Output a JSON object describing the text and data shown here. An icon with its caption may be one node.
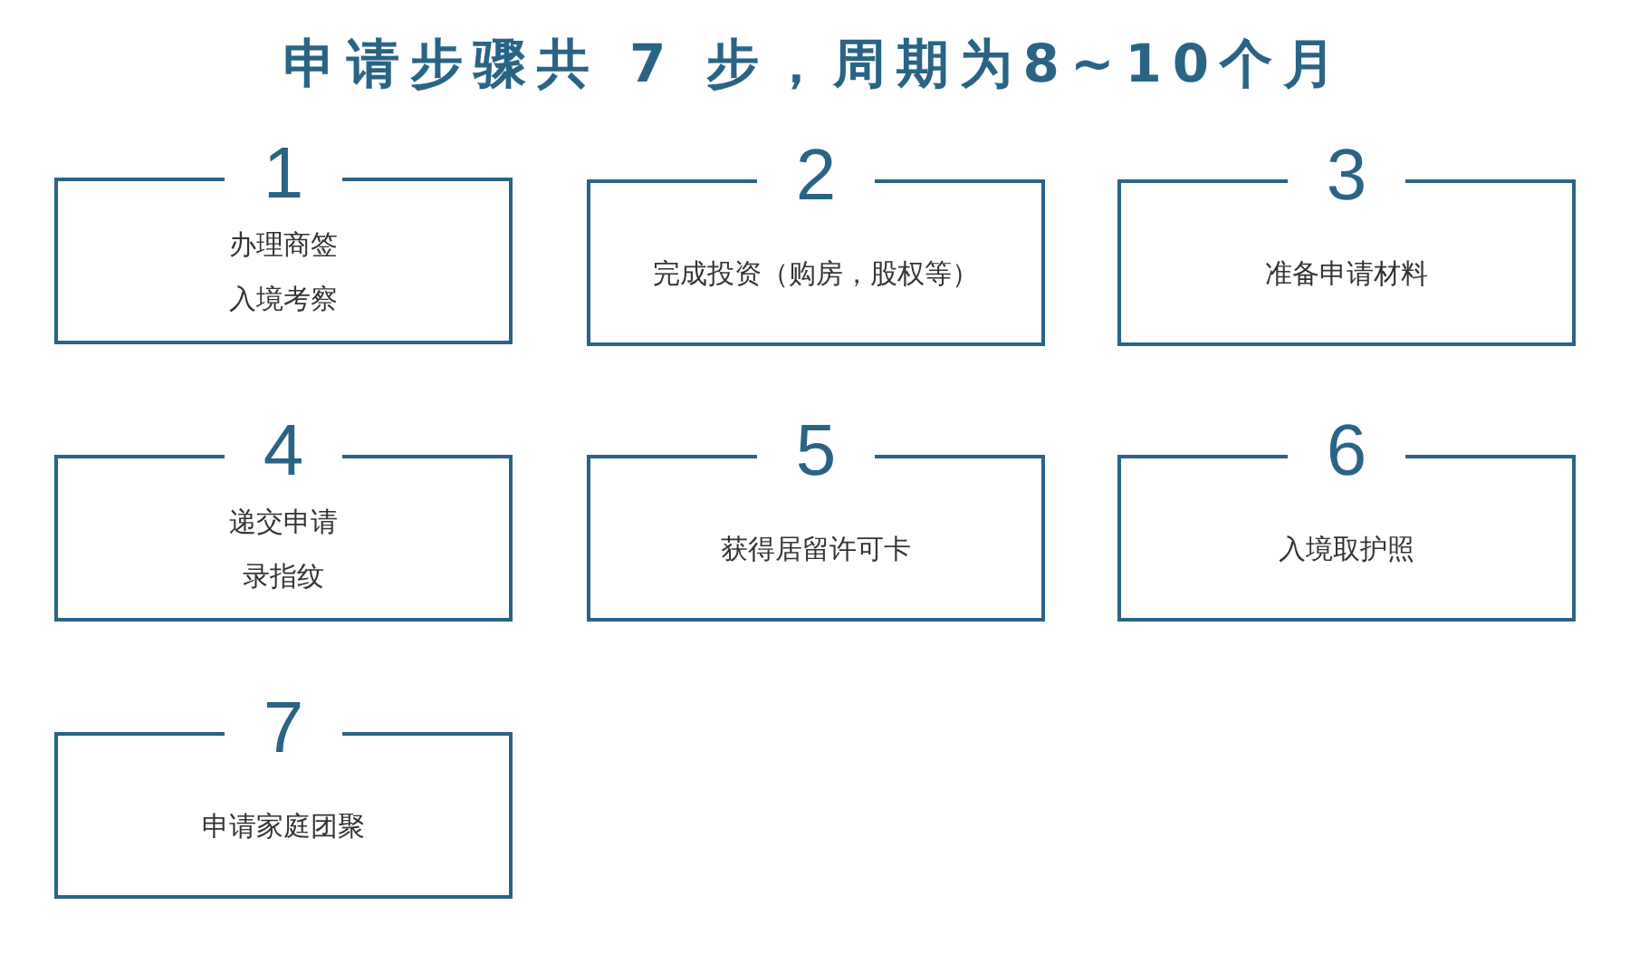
{
  "diagram": {
    "title": "申请步骤共 7 步，周期为8~10个月",
    "nodes": [
      {
        "text": [
          "1",
          "办理商签",
          "入境考察"
        ]
      },
      {
        "text": [
          "2",
          "完成投资（购房，股权等）"
        ]
      },
      {
        "text": [
          "3",
          "准备申请材料"
        ]
      },
      {
        "text": [
          "4",
          "递交申请",
          "录指纹"
        ]
      },
      {
        "text": [
          "5",
          "获得居留许可卡"
        ]
      },
      {
        "text": [
          "6",
          "入境取护照"
        ]
      },
      {
        "text": [
          "7",
          "申请家庭团聚"
        ]
      }
    ]
  }
}
